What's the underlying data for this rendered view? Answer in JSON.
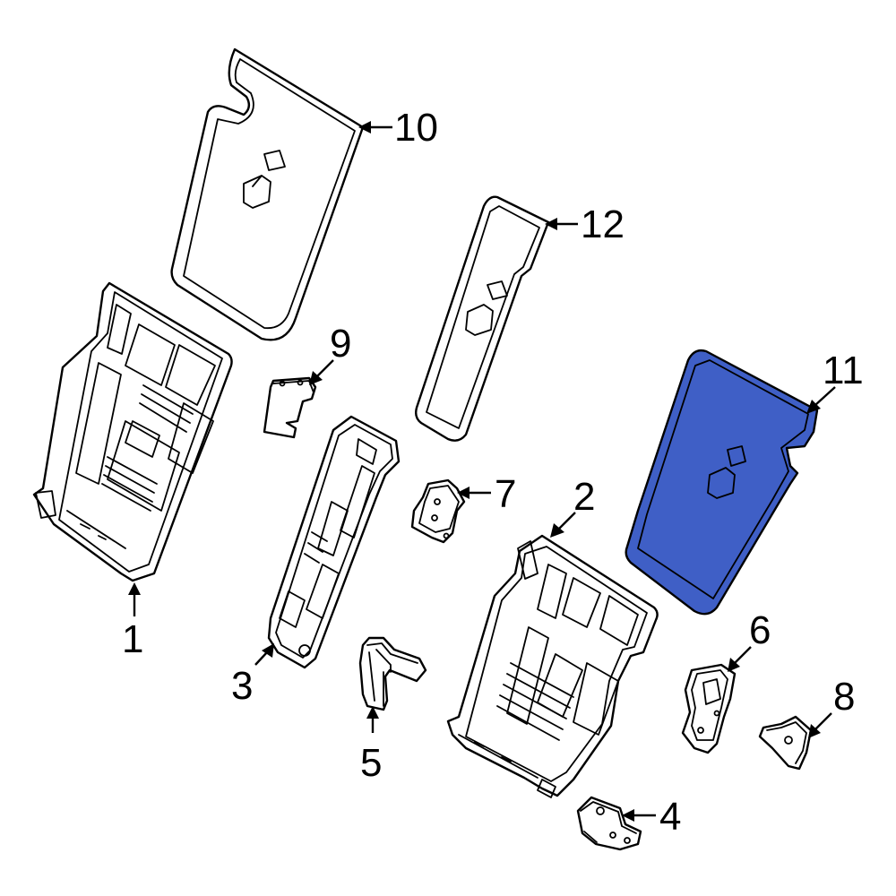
{
  "diagram": {
    "highlight_color": "#3f5fc6",
    "line_color": "#000000",
    "background": "#ffffff",
    "callouts": [
      {
        "id": "1",
        "label": "1"
      },
      {
        "id": "2",
        "label": "2"
      },
      {
        "id": "3",
        "label": "3"
      },
      {
        "id": "4",
        "label": "4"
      },
      {
        "id": "5",
        "label": "5"
      },
      {
        "id": "6",
        "label": "6"
      },
      {
        "id": "7",
        "label": "7"
      },
      {
        "id": "8",
        "label": "8"
      },
      {
        "id": "9",
        "label": "9"
      },
      {
        "id": "10",
        "label": "10"
      },
      {
        "id": "11",
        "label": "11",
        "highlighted": true
      },
      {
        "id": "12",
        "label": "12"
      }
    ]
  }
}
